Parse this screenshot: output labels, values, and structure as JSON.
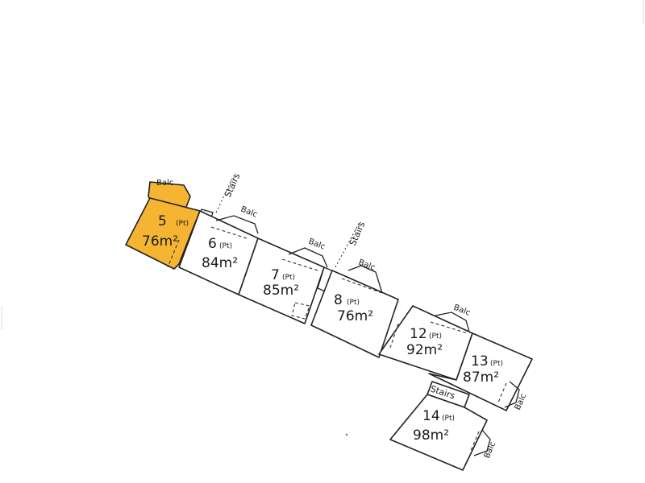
{
  "colors": {
    "highlight": "#F5B533",
    "line": "#222222",
    "background": "#ffffff"
  },
  "labels": {
    "balc": "Balc",
    "stairs": "Stairs"
  },
  "lots": [
    {
      "number": "5",
      "tag": "(Pt)",
      "area": "76m²",
      "highlighted": true
    },
    {
      "number": "6",
      "tag": "(Pt)",
      "area": "84m²",
      "highlighted": false
    },
    {
      "number": "7",
      "tag": "(Pt)",
      "area": "85m²",
      "highlighted": false
    },
    {
      "number": "8",
      "tag": "(Pt)",
      "area": "76m²",
      "highlighted": false
    },
    {
      "number": "12",
      "tag": "(Pt)",
      "area": "92m²",
      "highlighted": false
    },
    {
      "number": "13",
      "tag": "(Pt)",
      "area": "87m²",
      "highlighted": false
    },
    {
      "number": "14",
      "tag": "(Pt)",
      "area": "98m²",
      "highlighted": false
    }
  ]
}
